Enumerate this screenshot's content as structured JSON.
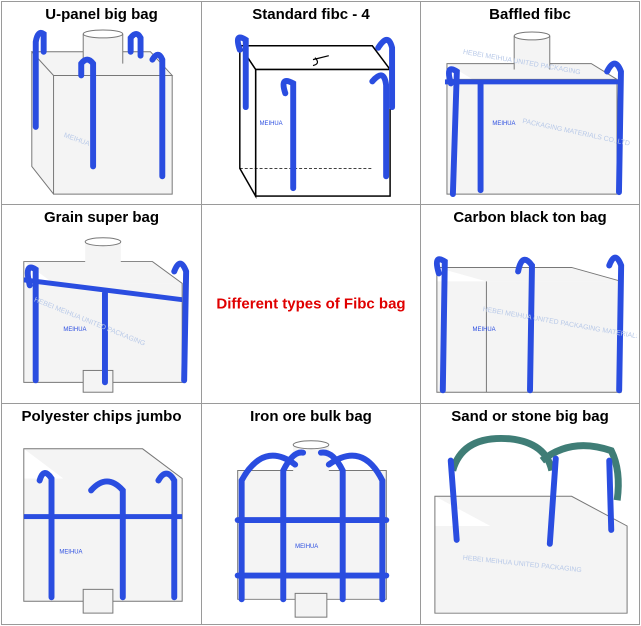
{
  "cells": [
    {
      "label": "U-panel big bag"
    },
    {
      "label": "Standard fibc - 4"
    },
    {
      "label": "Baffled fibc"
    },
    {
      "label": "Grain super bag"
    },
    {
      "label": ""
    },
    {
      "label": "Carbon black ton bag"
    },
    {
      "label": "Polyester chips jumbo"
    },
    {
      "label": "Iron ore bulk bag"
    },
    {
      "label": "Sand or stone big bag"
    }
  ],
  "center_caption": "Different types of Fibc bag",
  "watermark": "HEBEI MEIHUA UNITED PACKAGING MATERIALS CO.,LTD",
  "colors": {
    "strap_blue": "#2a4de0",
    "strap_teal": "#3f7d76",
    "caption_red": "#e00000",
    "grid_border": "#9a9a9a"
  }
}
